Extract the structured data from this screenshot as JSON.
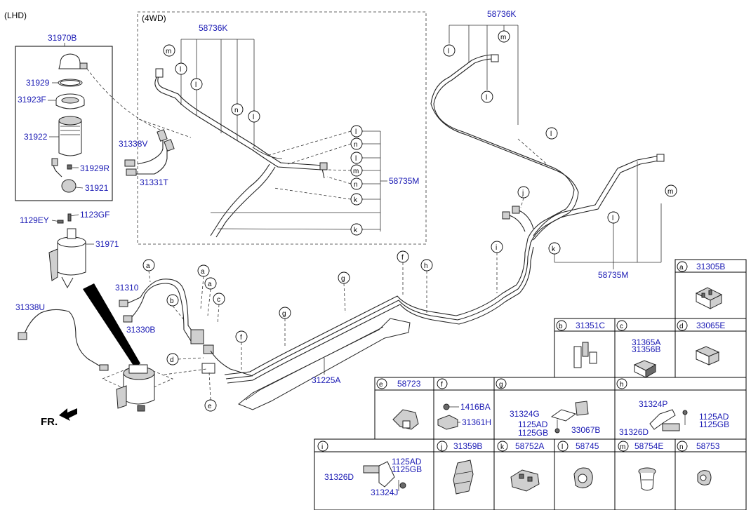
{
  "region_label": "(LHD)",
  "group_4wd": "(4WD)",
  "direction": "FR.",
  "parts": {
    "p31970B": "31970B",
    "p31929": "31929",
    "p31923F": "31923F",
    "p31922": "31922",
    "p31929R": "31929R",
    "p31921": "31921",
    "p31338V": "31338V",
    "p31331T": "31331T",
    "p1129EY": "1129EY",
    "p1123GF": "1123GF",
    "p31971": "31971",
    "p31338U": "31338U",
    "p31310": "31310",
    "p31330B": "31330B",
    "p31225A": "31225A",
    "p58736K_a": "58736K",
    "p58736K_b": "58736K",
    "p58735M_a": "58735M",
    "p58735M_b": "58735M"
  },
  "callouts": {
    "a": "a",
    "b": "b",
    "c": "c",
    "d": "d",
    "e": "e",
    "f": "f",
    "g": "g",
    "h": "h",
    "i": "i",
    "j": "j",
    "k": "k",
    "l": "l",
    "m": "m",
    "n": "n"
  },
  "table": {
    "a": {
      "letter": "a",
      "part": "31305B"
    },
    "b": {
      "letter": "b",
      "part": "31351C"
    },
    "c": {
      "letter": "c",
      "part1": "31365A",
      "part2": "31356B"
    },
    "d": {
      "letter": "d",
      "part": "33065E"
    },
    "e": {
      "letter": "e",
      "part": "58723"
    },
    "f": {
      "letter": "f",
      "part1": "1416BA",
      "part2": "31361H"
    },
    "g": {
      "letter": "g",
      "part1": "31324G",
      "part2": "1125AD",
      "part3": "1125GB",
      "part4": "33067B"
    },
    "h": {
      "letter": "h",
      "part1": "31324P",
      "part2": "1125AD",
      "part3": "1125GB",
      "part4": "31326D"
    },
    "i": {
      "letter": "i",
      "part1": "1125AD",
      "part2": "1125GB",
      "part3": "31326D",
      "part4": "31324J"
    },
    "j": {
      "letter": "j",
      "part": "31359B"
    },
    "k": {
      "letter": "k",
      "part": "58752A"
    },
    "l": {
      "letter": "l",
      "part": "58745"
    },
    "m": {
      "letter": "m",
      "part": "58754E"
    },
    "n": {
      "letter": "n",
      "part": "58753"
    }
  }
}
